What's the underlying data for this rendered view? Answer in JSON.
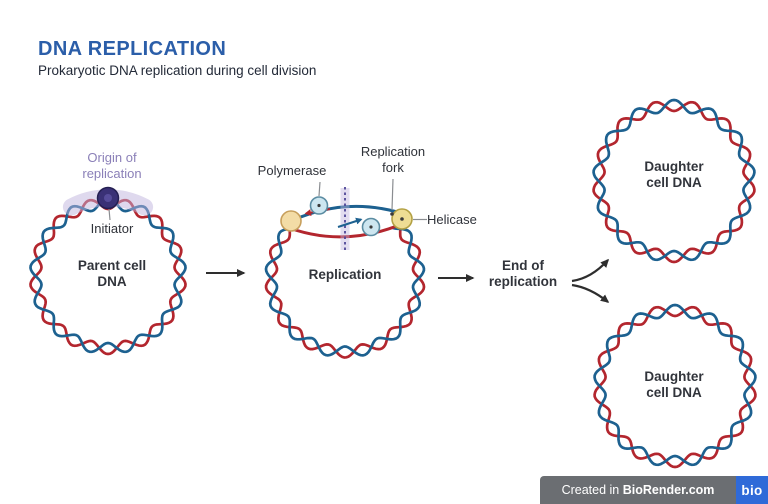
{
  "header": {
    "title": "DNA REPLICATION",
    "subtitle": "Prokaryotic DNA replication during cell division"
  },
  "diagram": {
    "origin_label": "Origin of\nreplication",
    "initiator_label": "Initiator",
    "parent_label": "Parent cell\nDNA",
    "polymerase_label": "Polymerase",
    "fork_label": "Replication\nfork",
    "helicase_label": "Helicase",
    "replication_label": "Replication",
    "end_label": "End of\nreplication",
    "daughter_top_label": "Daughter\ncell DNA",
    "daughter_bottom_label": "Daughter\ncell DNA"
  },
  "footer": {
    "credit_prefix": "Created in ",
    "credit_brand": "BioRender.com",
    "logo_text": "bio"
  },
  "colors": {
    "title_blue": "#2b5ea9",
    "text_dark": "#232a38",
    "origin_purple": "#8b80b8",
    "strand_red": "#b3262e",
    "strand_blue": "#1d6190",
    "helicase_yellow": "#eedd94",
    "helicase_tan": "#f3dca6",
    "polymerase_blue": "#cde6f0",
    "initiator_navy": "#3a3176",
    "highlight_purple": "#c0b4de",
    "dashed_purple": "#4d4596",
    "arrow_black": "#2e2e2e",
    "footer_gray": "#6b6e72",
    "logo_blue": "#2f6ad8"
  }
}
